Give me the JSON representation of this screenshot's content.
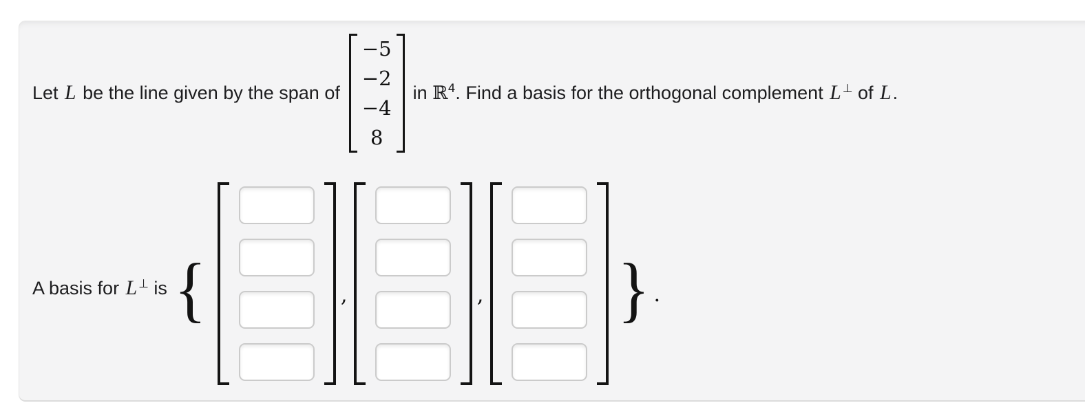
{
  "problem": {
    "lead": "Let ",
    "var1": "L",
    "mid": " be the line given by the span of",
    "vector": [
      "−5",
      "−2",
      "−4",
      "8"
    ],
    "tail": {
      "in": "in ",
      "reals": "ℝ",
      "reals_exp": "4",
      "find": ". Find a basis for the orthogonal complement ",
      "var2": "L",
      "perp": "⊥",
      "of": " of ",
      "var3": "L",
      "period": "."
    }
  },
  "answer": {
    "label": {
      "lead": "A basis for ",
      "var": "L",
      "perp": "⊥",
      "tail": " is"
    },
    "open_brace": "{",
    "close_brace": "}",
    "separator": ",",
    "terminator": ".",
    "vectors": [
      [
        "",
        "",
        "",
        ""
      ],
      [
        "",
        "",
        "",
        ""
      ],
      [
        "",
        "",
        "",
        ""
      ]
    ]
  }
}
